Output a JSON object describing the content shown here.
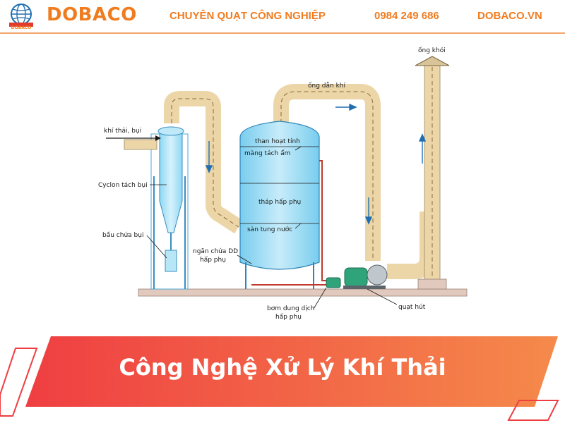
{
  "header": {
    "logo_caption": "DOBACO",
    "brand": "DOBACO",
    "tagline": "CHUYÊN QUẠT CÔNG NGHIỆP",
    "phone": "0984 249 686",
    "website": "DOBACO.VN"
  },
  "diagram": {
    "labels": {
      "chimney": "ống khói",
      "duct": "ống dẫn khí",
      "exhaust_dust": "khí thải, bụi",
      "cyclone": "Cyclon tách bụi",
      "dust_bin": "bầu chứa bụi",
      "activated_carbon": "than hoạt tính",
      "moisture_sep": "màng tách ẩm",
      "absorber": "tháp hấp phụ",
      "spray_floor": "sàn tung nước",
      "tank_line1": "ngăn chứa DD",
      "tank_line2": "hấp phụ",
      "pump_line1": "bơm dung dịch",
      "pump_line2": "hấp phụ",
      "fan": "quạt hút"
    }
  },
  "banner": {
    "title": "Công Nghệ Xử Lý Khí Thải"
  },
  "colors": {
    "brand_orange": "#f07c20",
    "banner_red": "#ef3e42",
    "banner_orange": "#f58a4b",
    "tower_blue": "#8fd6f3",
    "duct_tan": "#ecd6a8",
    "ground": "#e2c9bd",
    "motor_green": "#2fa37a"
  }
}
